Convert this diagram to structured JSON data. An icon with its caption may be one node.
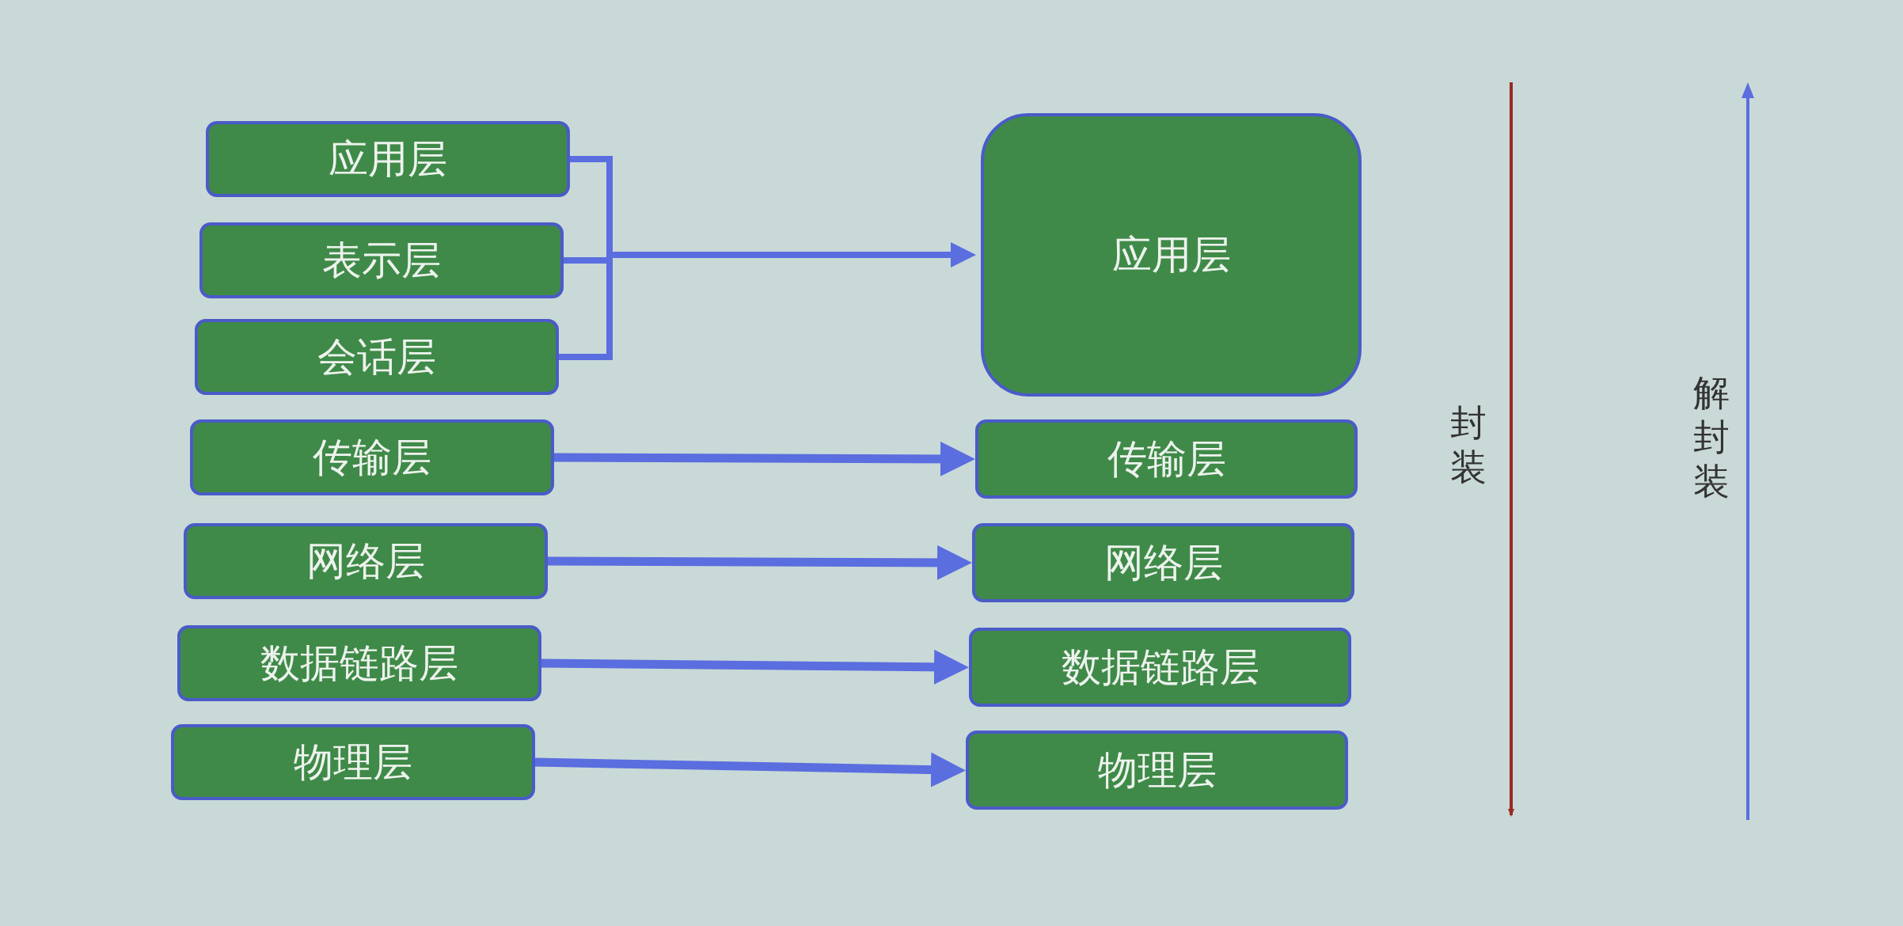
{
  "diagram": {
    "nodes": [
      {
        "text": [
          "应用层"
        ]
      },
      {
        "text": [
          "表示层"
        ]
      },
      {
        "text": [
          "会话层"
        ]
      },
      {
        "text": [
          "传输层"
        ]
      },
      {
        "text": [
          "网络层"
        ]
      },
      {
        "text": [
          "数据链路层"
        ]
      },
      {
        "text": [
          "物理层"
        ]
      },
      {
        "text": [
          "应用层"
        ]
      },
      {
        "text": [
          "传输层"
        ]
      },
      {
        "text": [
          "网络层"
        ]
      },
      {
        "text": [
          "数据链路层"
        ]
      },
      {
        "text": [
          "物理层"
        ]
      }
    ],
    "edges": [
      {
        "from": 0,
        "to": 7,
        "arrow": "to"
      },
      {
        "from": 1,
        "to": 7,
        "arrow": "to"
      },
      {
        "from": 2,
        "to": 7,
        "arrow": "to"
      },
      {
        "from": 3,
        "to": 8,
        "arrow": "to"
      },
      {
        "from": 4,
        "to": 9,
        "arrow": "to"
      },
      {
        "from": 5,
        "to": 10,
        "arrow": "to"
      },
      {
        "from": 6,
        "to": 11,
        "arrow": "to"
      }
    ],
    "labels": [
      "封装",
      "解封装"
    ]
  }
}
